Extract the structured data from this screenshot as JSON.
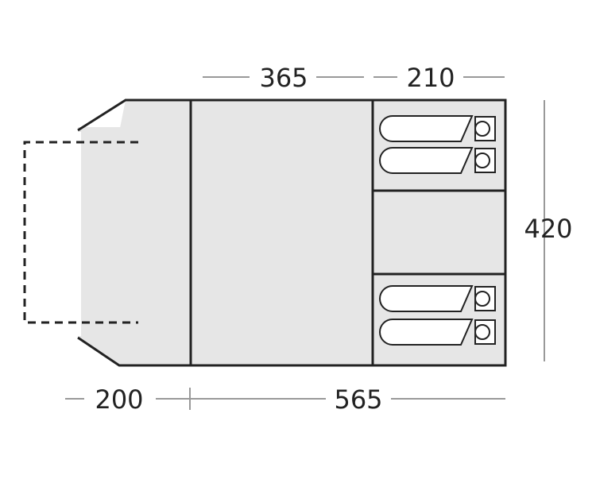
{
  "dimensions": {
    "top_living": "365",
    "top_bedroom": "210",
    "side_depth": "420",
    "bottom_porch": "200",
    "bottom_main": "565"
  },
  "colors": {
    "outline": "#222222",
    "floor": "#e6e6e6",
    "dim_line": "#999999",
    "text": "#222222"
  }
}
